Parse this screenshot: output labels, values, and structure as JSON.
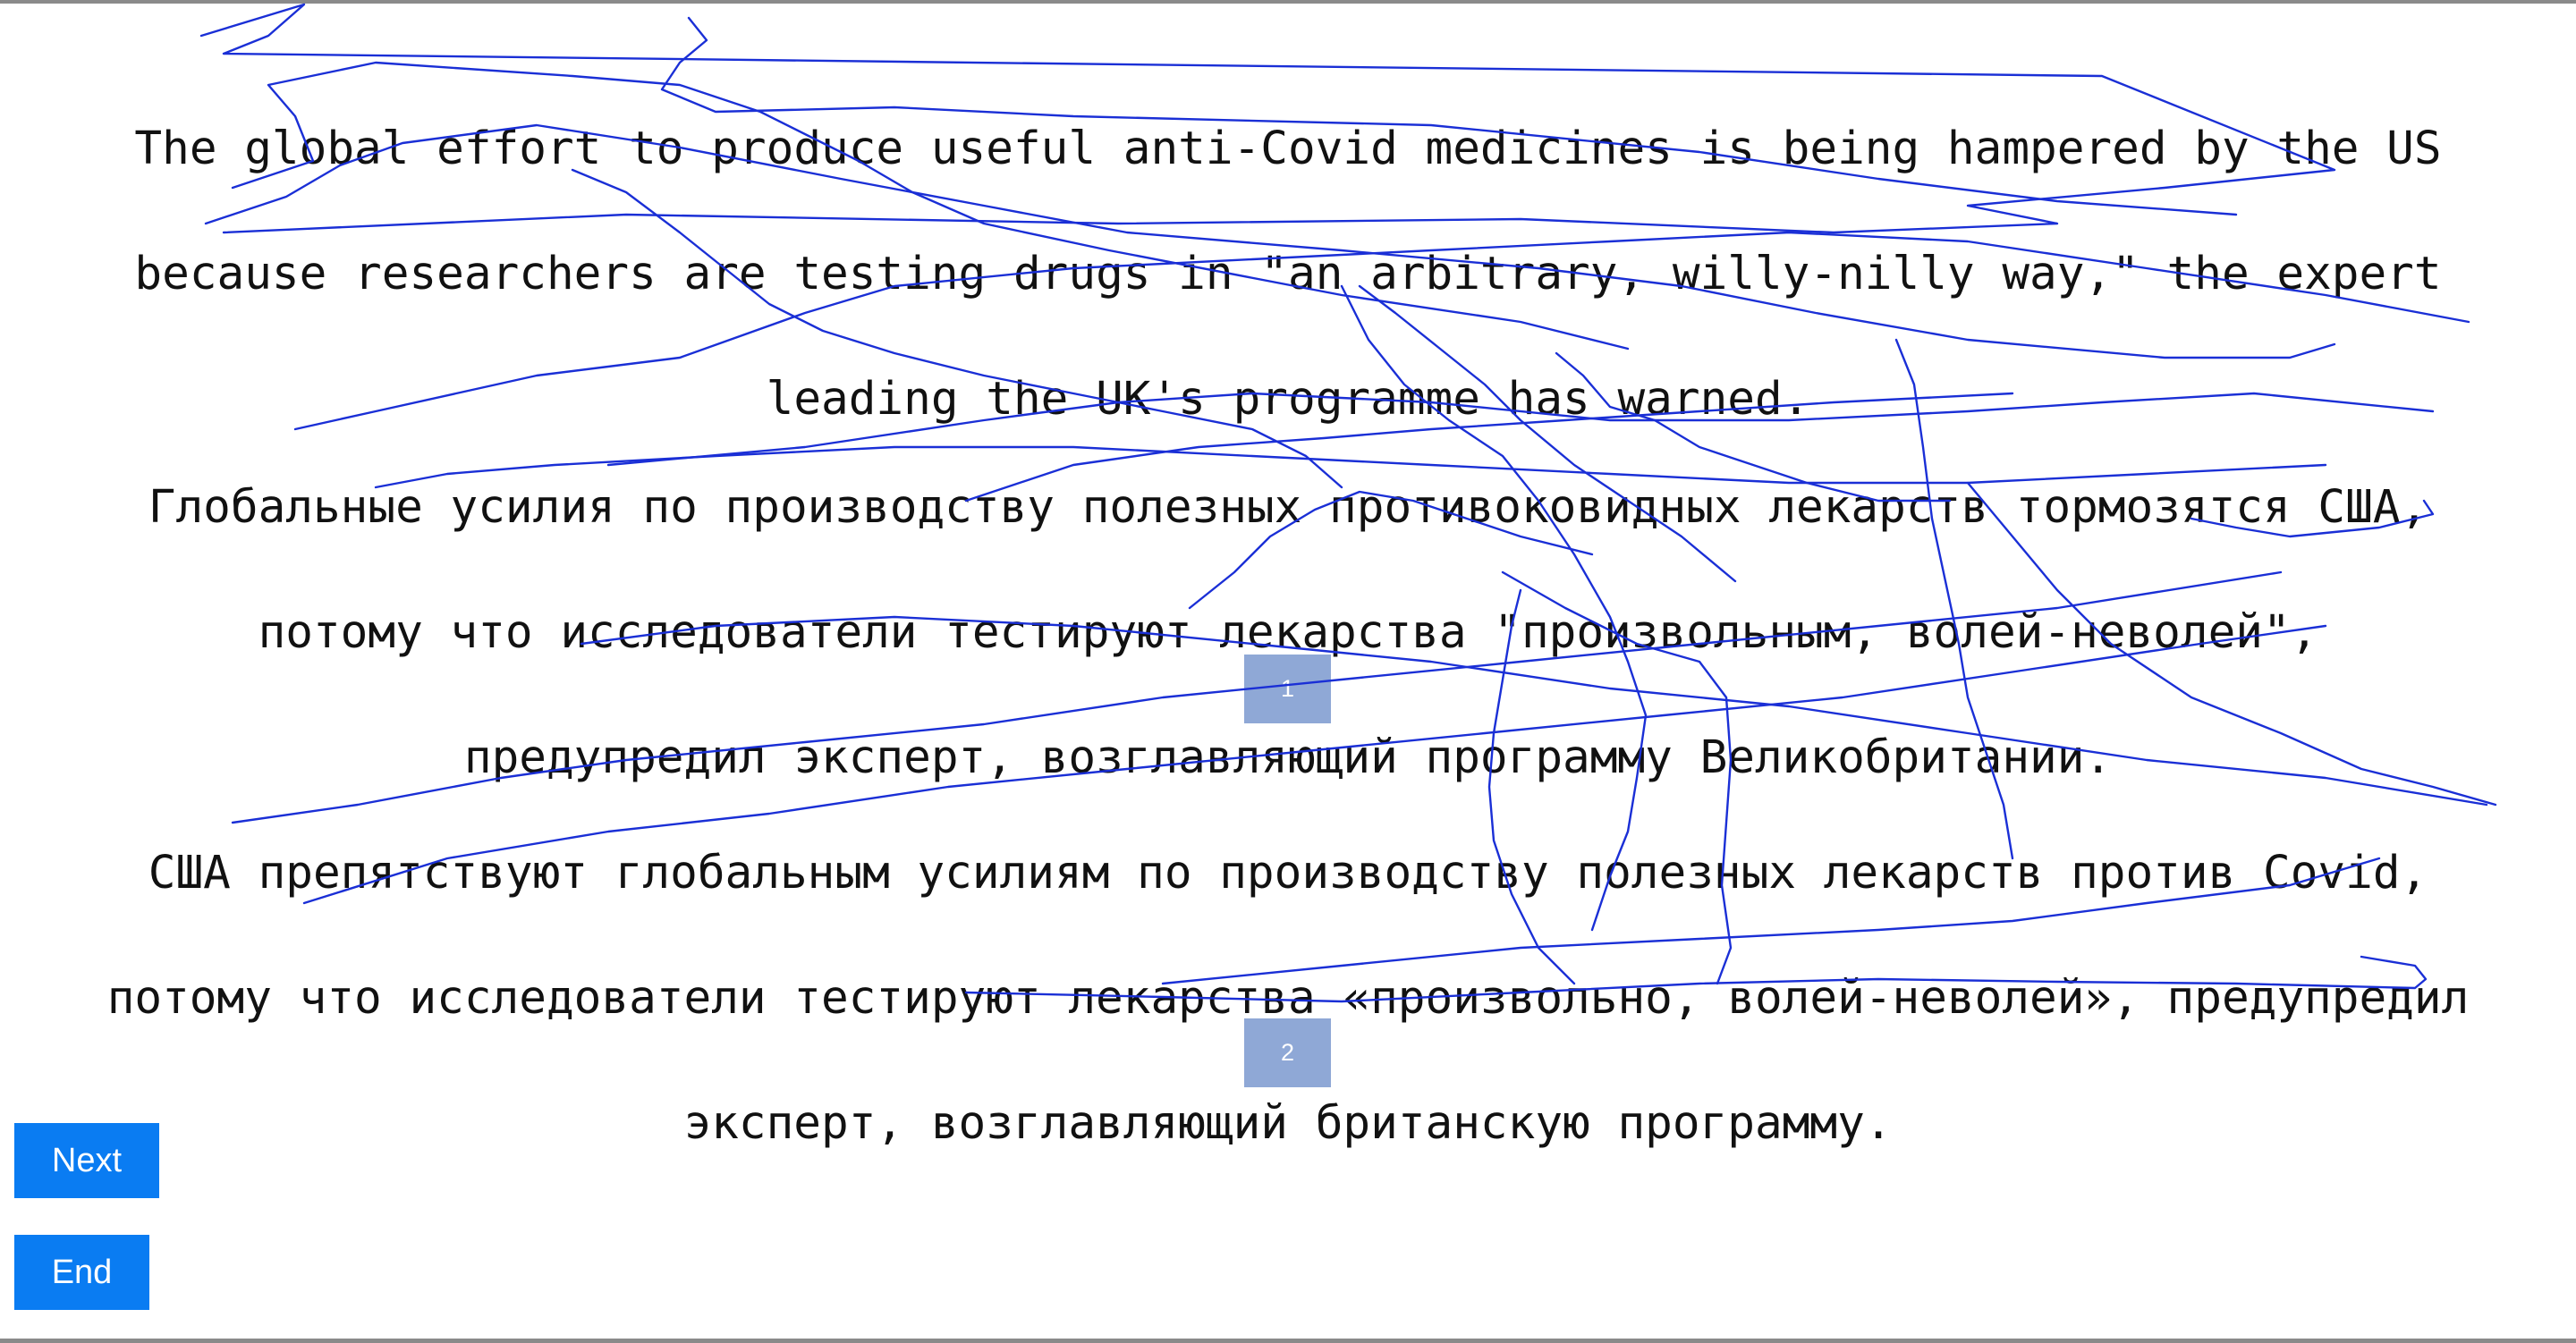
{
  "source_text": {
    "lines": [
      "The global effort to produce useful anti-Covid medicines is being hampered by the US",
      "because researchers are testing drugs in \"an arbitrary, willy-nilly way,\" the expert",
      "leading the UK's programme has warned."
    ]
  },
  "candidates": [
    {
      "lines": [
        "Глобальные усилия по производству полезных противоковидных лекарств тормозятся США,",
        "потому что исследователи тестируют лекарства \"произвольным, волей-неволей\",",
        "предупредил эксперт, возглавляющий программу Великобритании."
      ],
      "badge": "1"
    },
    {
      "lines": [
        "США препятствуют глобальным усилиям по производству полезных лекарств против Covid,",
        "потому что исследователи тестируют лекарства «произвольно, волей-неволей», предупредил",
        "эксперт, возглавляющий британскую программу."
      ],
      "badge": "2"
    }
  ],
  "buttons": {
    "next_label": "Next",
    "end_label": "End"
  },
  "colors": {
    "scribble_stroke": "#1a2fd6",
    "badge_fill": "#8fa8d6",
    "button_fill": "#0a7cf2"
  }
}
